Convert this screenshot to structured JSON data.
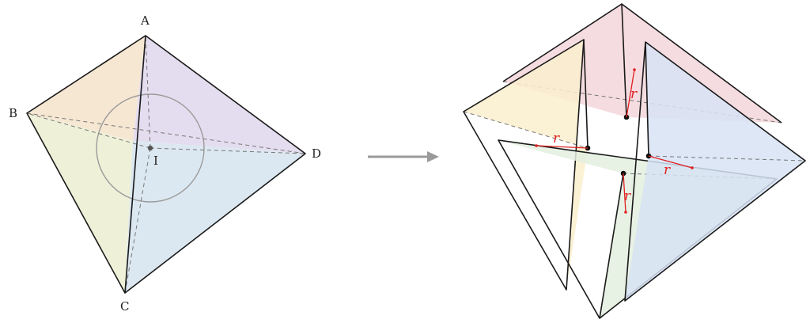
{
  "left_figure": {
    "vertices": {
      "A": "A",
      "B": "B",
      "C": "C",
      "D": "D"
    },
    "incenter": "I"
  },
  "right_figure": {
    "radius_labels": [
      "r",
      "r",
      "r",
      "r"
    ]
  },
  "colors": {
    "face_ABC": "#f6e7d3",
    "face_ACD": "#e4ddef",
    "face_BC_left": "#eef1d8",
    "face_CD": "#dce8f1",
    "pyramid_pink": "#f3d6dc",
    "pyramid_yellow": "#faefcd",
    "pyramid_blue": "#d7e3f5",
    "pyramid_green": "#e3efdf",
    "radius": "#e02020",
    "sphere": "#9a9a9a",
    "arrow": "#9a9a9a"
  }
}
